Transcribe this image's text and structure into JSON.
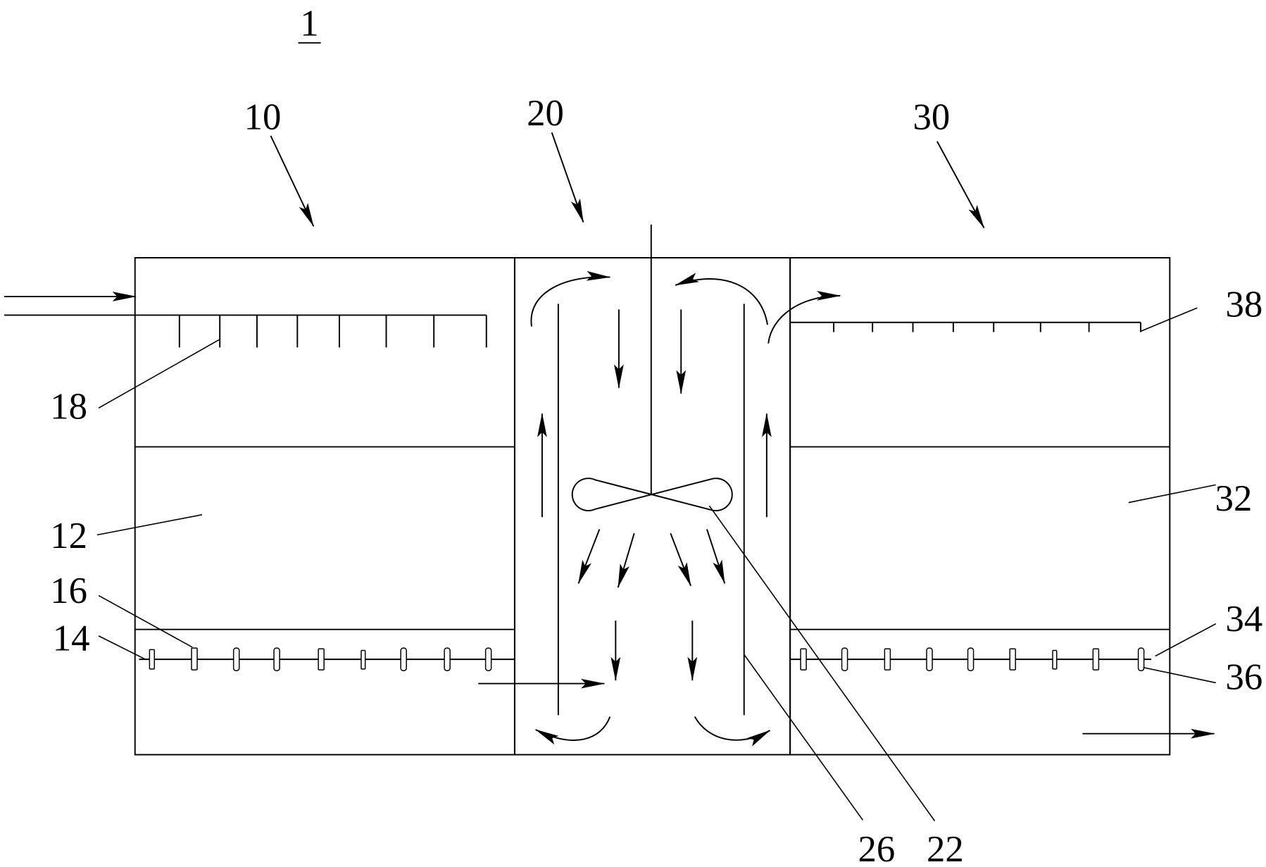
{
  "labels": {
    "ref_1": "1",
    "ref_10": "10",
    "ref_20": "20",
    "ref_30": "30",
    "ref_18": "18",
    "ref_12": "12",
    "ref_16": "16",
    "ref_14": "14",
    "ref_38": "38",
    "ref_32": "32",
    "ref_34": "34",
    "ref_36": "36",
    "ref_26": "26",
    "ref_22": "22"
  }
}
